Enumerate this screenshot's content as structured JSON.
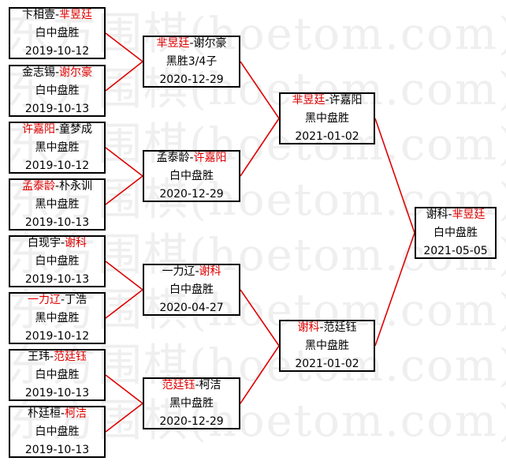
{
  "watermark": [
    "东方围棋(hoetom.com)",
    "东方围棋(hoetom.com)",
    "东方围棋(hoetom.com)",
    "东方围棋(hoetom.com)",
    "东方围棋(hoetom.com)",
    "东方围棋(hoetom.com)",
    "东方围棋(hoetom.com)",
    "东方围棋(hoetom.com)"
  ],
  "colors": {
    "line": "#e00000",
    "winner": "#e00000",
    "border": "#000000"
  },
  "matches": [
    {
      "id": "r1m1",
      "p1": "卞相壹",
      "p2": "芈昱廷",
      "winner": 2,
      "result": "白中盘胜",
      "date": "2019-10-12"
    },
    {
      "id": "r1m2",
      "p1": "金志锡",
      "p2": "谢尔豪",
      "winner": 2,
      "result": "白中盘胜",
      "date": "2019-10-13"
    },
    {
      "id": "r1m3",
      "p1": "许嘉阳",
      "p2": "童梦成",
      "winner": 1,
      "result": "黑中盘胜",
      "date": "2019-10-12"
    },
    {
      "id": "r1m4",
      "p1": "孟泰龄",
      "p2": "朴永训",
      "winner": 1,
      "result": "黑中盘胜",
      "date": "2019-10-13"
    },
    {
      "id": "r1m5",
      "p1": "白现宇",
      "p2": "谢科",
      "winner": 2,
      "result": "白中盘胜",
      "date": "2019-10-13"
    },
    {
      "id": "r1m6",
      "p1": "一力辽",
      "p2": "丁浩",
      "winner": 1,
      "result": "黑中盘胜",
      "date": "2019-10-12"
    },
    {
      "id": "r1m7",
      "p1": "王玮",
      "p2": "范廷钰",
      "winner": 2,
      "result": "白中盘胜",
      "date": "2019-10-13"
    },
    {
      "id": "r1m8",
      "p1": "朴廷桓",
      "p2": "柯洁",
      "winner": 2,
      "result": "白中盘胜",
      "date": "2019-10-13"
    },
    {
      "id": "r2m1",
      "p1": "芈昱廷",
      "p2": "谢尔豪",
      "winner": 1,
      "result": "黑胜3/4子",
      "date": "2020-12-29"
    },
    {
      "id": "r2m2",
      "p1": "孟泰龄",
      "p2": "许嘉阳",
      "winner": 2,
      "result": "白中盘胜",
      "date": "2020-12-29"
    },
    {
      "id": "r2m3",
      "p1": "一力辽",
      "p2": "谢科",
      "winner": 2,
      "result": "白中盘胜",
      "date": "2020-04-27"
    },
    {
      "id": "r2m4",
      "p1": "范廷钰",
      "p2": "柯洁",
      "winner": 1,
      "result": "黑中盘胜",
      "date": "2020-12-29"
    },
    {
      "id": "r3m1",
      "p1": "芈昱廷",
      "p2": "许嘉阳",
      "winner": 1,
      "result": "黑中盘胜",
      "date": "2021-01-02"
    },
    {
      "id": "r3m2",
      "p1": "谢科",
      "p2": "范廷钰",
      "winner": 1,
      "result": "黑中盘胜",
      "date": "2021-01-02"
    },
    {
      "id": "final",
      "p1": "谢科",
      "p2": "芈昱廷",
      "winner": 2,
      "result": "白中盘胜",
      "date": "2021-05-05"
    }
  ]
}
